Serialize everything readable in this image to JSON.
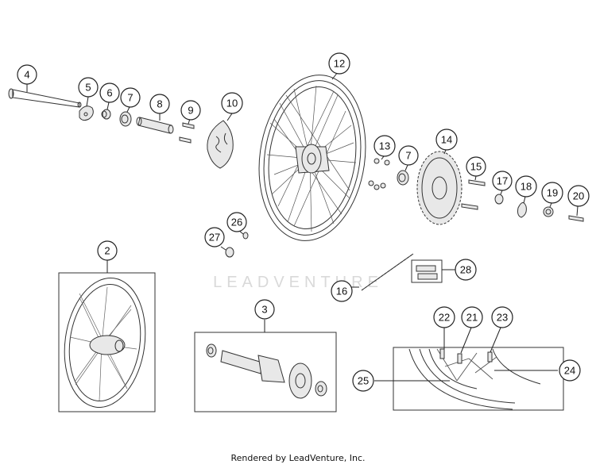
{
  "callouts": {
    "c2": "2",
    "c3": "3",
    "c4": "4",
    "c5": "5",
    "c6": "6",
    "c7a": "7",
    "c7b": "7",
    "c8": "8",
    "c9": "9",
    "c10": "10",
    "c12": "12",
    "c13": "13",
    "c14": "14",
    "c15": "15",
    "c16": "16",
    "c17": "17",
    "c18": "18",
    "c19": "19",
    "c20": "20",
    "c21": "21",
    "c22": "22",
    "c23": "23",
    "c24": "24",
    "c25": "25",
    "c26": "26",
    "c27": "27",
    "c28": "28"
  },
  "watermark": "LEADVENTURE",
  "footer": "Rendered by LeadVenture, Inc."
}
